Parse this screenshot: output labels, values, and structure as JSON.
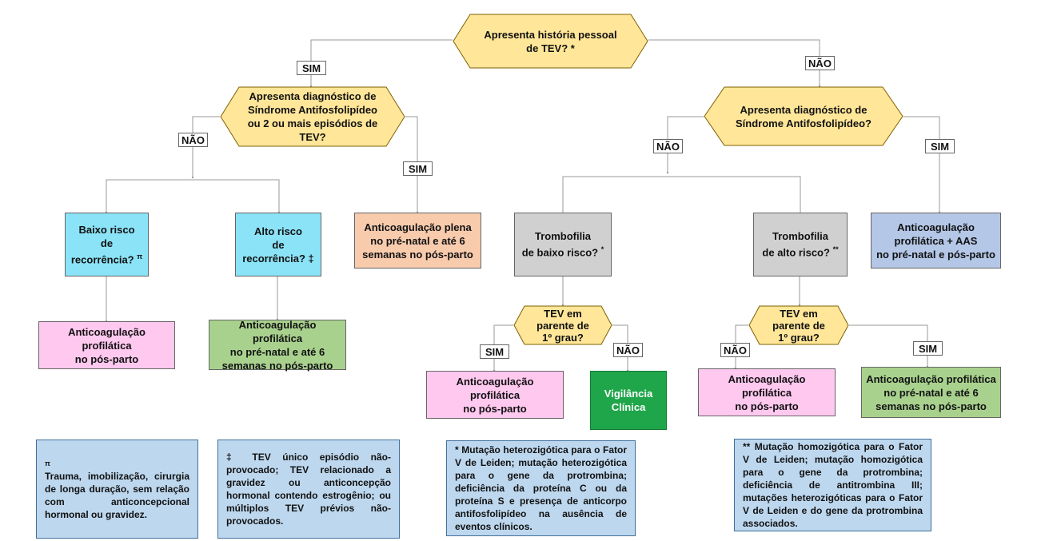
{
  "colors": {
    "decision_fill": "#ffe699",
    "decision_stroke": "#7f6000",
    "connector": "#9a9a9a"
  },
  "decisions": {
    "root": [
      "Apresenta história pessoal",
      "de TEV? *"
    ],
    "left_aps": [
      "Apresenta diagnóstico de",
      "Síndrome  Antifosfolipídeo",
      "ou 2 ou mais episódios de",
      "TEV?"
    ],
    "right_aps": [
      "Apresenta diagnóstico de",
      "Síndrome  Antifosfolipídeo?"
    ],
    "tev_parent_left": [
      "TEV em",
      "parente de",
      "1º grau?"
    ],
    "tev_parent_right": [
      "TEV em",
      "parente de",
      "1º grau?"
    ]
  },
  "tags": {
    "sim": "SIM",
    "nao": "NÃO"
  },
  "boxes": {
    "low_risk": {
      "lines": [
        "Baixo risco",
        "de",
        "recorrência?"
      ],
      "mark": "π"
    },
    "high_risk": {
      "lines": [
        "Alto  risco",
        "de",
        "recorrência? ‡"
      ]
    },
    "full_anticoag": [
      "Anticoagulação plena",
      "no pré-natal e até 6",
      "semanas no pós-parto"
    ],
    "thrombo_low": {
      "lines": [
        "Trombofilia",
        "de baixo risco?"
      ],
      "mark": "*"
    },
    "thrombo_high": {
      "lines": [
        "Trombofilia",
        "de alto risco?"
      ],
      "mark": "**"
    },
    "prophylactic_aas": [
      "Anticoagulação",
      "profilática + AAS",
      "no pré-natal e pós-parto"
    ],
    "prophylactic_postpartum": [
      "Anticoagulação profilática",
      "no pós-parto"
    ],
    "prophylactic_prenatal": [
      "Anticoagulação profilática",
      "no pré-natal e até 6",
      "semanas no pós-parto"
    ],
    "clinical_surveillance": [
      "Vigilância",
      "Clínica"
    ]
  },
  "notes": {
    "note1": {
      "mark": "π",
      "text": " Trauma, imobilização, cirurgia de longa duração, sem relação com anticoncepcional hormonal ou gravidez."
    },
    "note2": "‡ TEV único episódio não-provocado; TEV relacionado a gravidez ou anticoncepção hormonal contendo estrogênio; ou múltiplos TEV prévios não-provocados.",
    "note3": "* Mutação heterozigótica para o Fator V de Leiden; mutação heterozigótica para o gene da protrombina; deficiência da proteína C ou da proteína S e presença de anticorpo antifosfolipídeo na ausência de eventos clínicos.",
    "note4": "** Mutação homozigótica para o Fator V de Leiden; mutação homozigótica para o gene da protrombina; deficiência de antitrombina III; mutações heterozigóticas para o Fator V de Leiden e do gene da protrombina associados."
  }
}
